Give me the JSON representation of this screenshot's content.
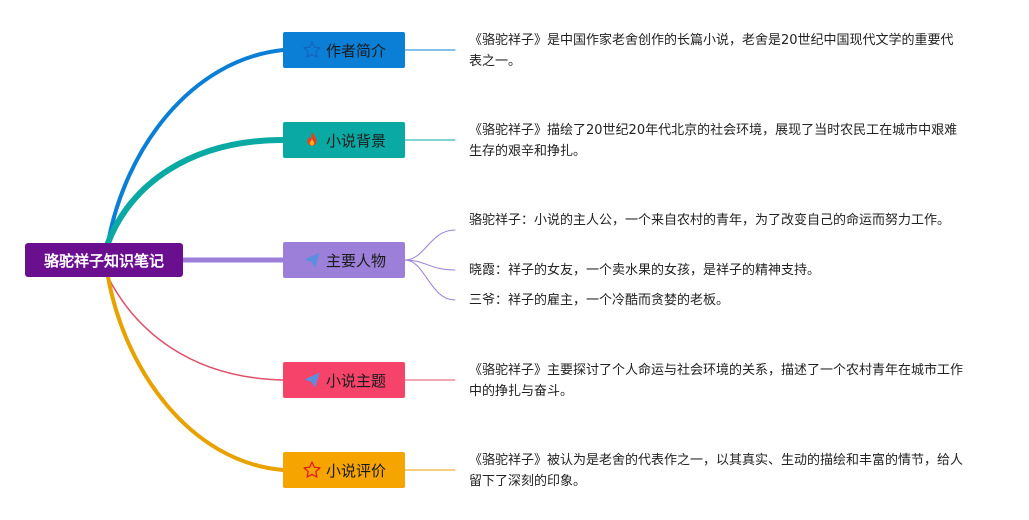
{
  "root": {
    "label": "骆驼祥子知识笔记",
    "color": "#6a0f8e"
  },
  "topics": [
    {
      "label": "作者简介",
      "icon": "star-outline-icon",
      "color": "#0b7fd6",
      "line_color": "#0b7fd6",
      "notes": [
        "《骆驼祥子》是中国作家老舍创作的长篇小说，老舍是20世纪中国现代文学的重要代表之一。"
      ]
    },
    {
      "label": "小说背景",
      "icon": "fire-icon",
      "color": "#0aa9a3",
      "line_color": "#0aa9a3",
      "notes": [
        "《骆驼祥子》描绘了20世纪20年代北京的社会环境，展现了当时农民工在城市中艰难生存的艰辛和挣扎。"
      ]
    },
    {
      "label": "主要人物",
      "icon": "paper-plane-icon",
      "color": "#9b7fd8",
      "line_color": "#9b7fd8",
      "notes": [
        "骆驼祥子：小说的主人公，一个来自农村的青年，为了改变自己的命运而努力工作。",
        "晓霞：祥子的女友，一个卖水果的女孩，是祥子的精神支持。",
        "三爷：祥子的雇主，一个冷酷而贪婪的老板。"
      ]
    },
    {
      "label": "小说主题",
      "icon": "paper-plane-icon",
      "color": "#f5436a",
      "line_color": "#e0506a",
      "notes": [
        "《骆驼祥子》主要探讨了个人命运与社会环境的关系，描述了一个农村青年在城市工作中的挣扎与奋斗。"
      ]
    },
    {
      "label": "小说评价",
      "icon": "star-outline-icon",
      "color": "#f5a400",
      "line_color": "#e8a200",
      "notes": [
        "《骆驼祥子》被认为是老舍的代表作之一，以其真实、生动的描绘和丰富的情节，给人留下了深刻的印象。"
      ]
    }
  ]
}
